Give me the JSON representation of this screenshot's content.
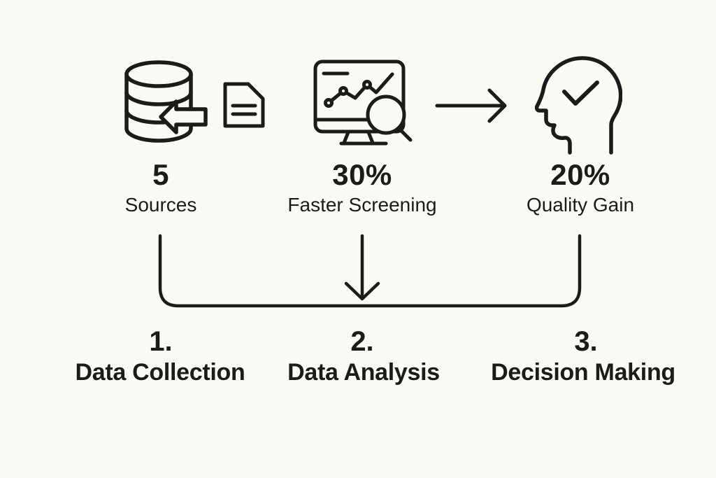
{
  "theme": {
    "background": "#fbfaf5",
    "ink": "#1a1b1b"
  },
  "diagram": {
    "steps": [
      {
        "number": "1.",
        "title": "Data Collection",
        "stat_value": "5",
        "stat_label": "Sources",
        "icons": [
          "database-import-icon",
          "document-icon"
        ]
      },
      {
        "number": "2.",
        "title": "Data Analysis",
        "stat_value": "30%",
        "stat_label": "Faster Screening",
        "icons": [
          "monitor-analytics-icon",
          "magnifier-icon"
        ]
      },
      {
        "number": "3.",
        "title": "Decision Making",
        "stat_value": "20%",
        "stat_label": "Quality Gain",
        "icons": [
          "head-check-icon"
        ]
      }
    ],
    "connectors": [
      "flow-right-arrow-icon",
      "merge-bracket",
      "merge-down-arrow-icon"
    ]
  }
}
